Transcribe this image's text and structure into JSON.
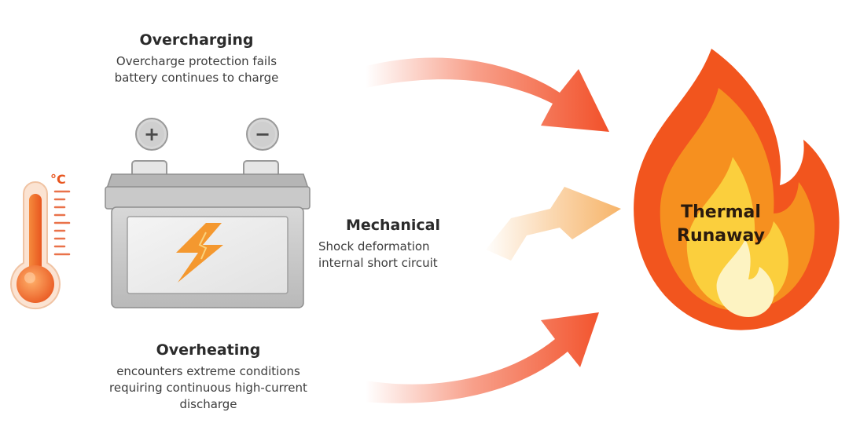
{
  "causes": {
    "overcharging": {
      "title": "Overcharging",
      "lines": [
        "Overcharge protection fails",
        "battery continues to charge"
      ]
    },
    "mechanical": {
      "title": "Mechanical",
      "lines": [
        "Shock deformation",
        "internal short circuit"
      ]
    },
    "overheating": {
      "title": "Overheating",
      "lines": [
        "encounters extreme conditions",
        "requiring continuous high-current",
        "discharge"
      ]
    }
  },
  "result": {
    "lines": [
      "Thermal",
      "Runaway"
    ]
  },
  "thermometer": {
    "unit": "°C"
  },
  "battery": {
    "plus_symbol": "+",
    "minus_symbol": "−"
  },
  "icons": {
    "thermometer": "thermometer-icon",
    "battery": "battery-icon",
    "lightning": "lightning-icon",
    "flame": "flame-icon",
    "arrow": "arrow-icon"
  },
  "colors": {
    "arrow_strong": "#f2512a",
    "arrow_soft": "#f6b061",
    "flame_outer": "#f2551e",
    "flame_middle": "#f6901f",
    "flame_inner": "#fbcf3d",
    "flame_core": "#fdf3c2",
    "battery_body": "#c9c9c9",
    "thermometer_fill": "#f0692a"
  }
}
